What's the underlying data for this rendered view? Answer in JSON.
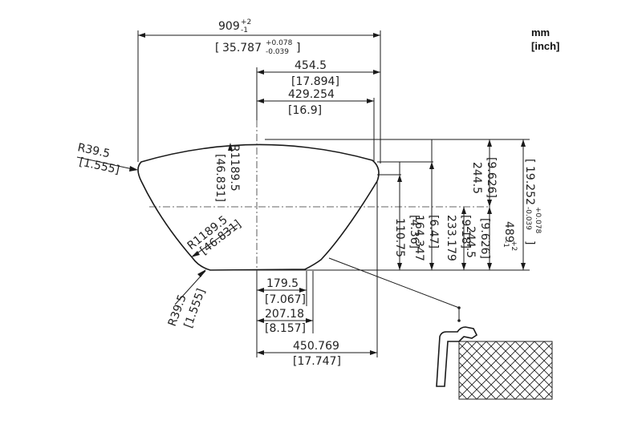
{
  "units": {
    "primary": "mm",
    "secondary": "[inch]"
  },
  "dimensions": {
    "overall_width": {
      "mm": "909",
      "mm_tol_plus": "+2",
      "mm_tol_minus": "-1",
      "inch_open": "[",
      "inch": "35.787",
      "inch_tol_plus": "+0.078",
      "inch_tol_minus": "-0.039",
      "inch_close": "]"
    },
    "half_width_top": {
      "mm": "454.5",
      "inch": "[17.894]"
    },
    "offset_429": {
      "mm": "429.254",
      "inch": "[16.9]"
    },
    "bottom_179": {
      "mm": "179.5",
      "inch": "[7.067]"
    },
    "bottom_207": {
      "mm": "207.18",
      "inch": "[8.157]"
    },
    "bottom_450": {
      "mm": "450.769",
      "inch": "[17.747]"
    },
    "radius_corner_top": {
      "mm": "R39.5",
      "inch": "[1.555]"
    },
    "radius_corner_bottom": {
      "mm": "R39.5",
      "inch": "[1.555]"
    },
    "radius_arc_top": {
      "mm": "R1189.5",
      "inch": "[46.831]"
    },
    "radius_arc_left": {
      "mm": "R1189.5",
      "inch": "[46.831]"
    },
    "height_110": {
      "mm": "110.75",
      "inch": "[4.36]"
    },
    "height_164": {
      "mm": "164.347",
      "inch": "[6.47]"
    },
    "height_233": {
      "mm": "233.179",
      "inch": "[9.18]"
    },
    "height_244_lower": {
      "mm": "244.5",
      "inch": "[9.626]"
    },
    "height_244_upper": {
      "mm": "244.5",
      "inch": "[9.626]"
    },
    "height_489": {
      "mm": "489",
      "mm_tol_plus": "+2",
      "mm_tol_minus": "-1"
    },
    "height_total": {
      "inch_open": "[",
      "inch": "19.252",
      "inch_tol_plus": "+0.078",
      "inch_tol_minus": "-0.039",
      "inch_close": "]"
    }
  }
}
